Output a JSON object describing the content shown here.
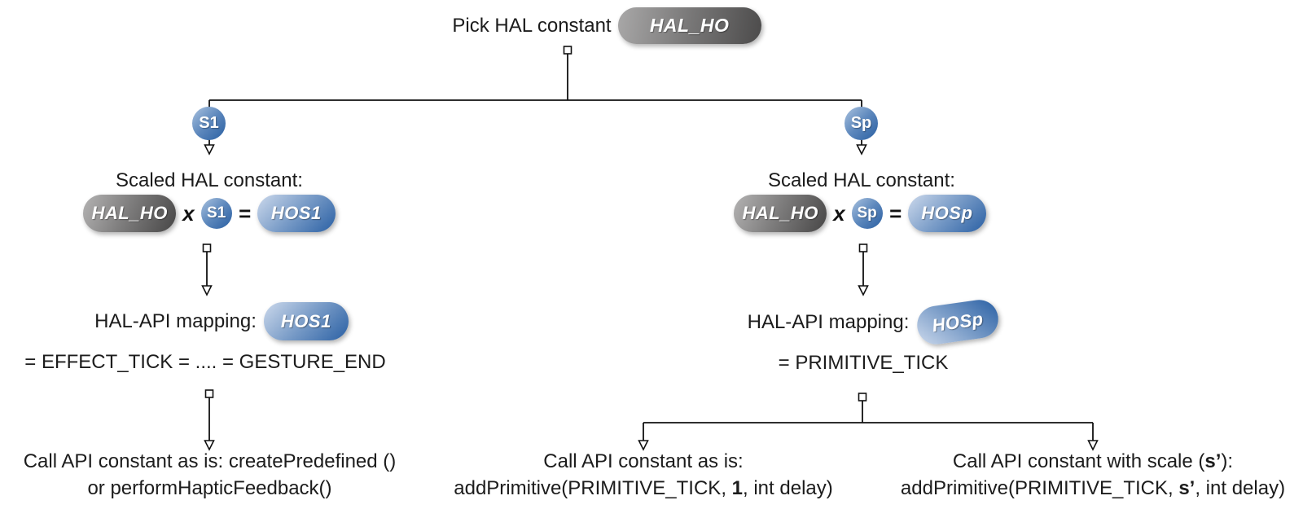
{
  "root": {
    "label": "Pick HAL constant",
    "pill": "HAL_HO"
  },
  "colors": {
    "pill_gray_light": "#b4b3b3",
    "pill_gray_dark": "#474646",
    "pill_blue_light": "#ccd9ec",
    "pill_blue_dark": "#2a60a4",
    "line": "#111111",
    "text": "#1c1c1c"
  },
  "left": {
    "badge": "S1",
    "scaled_title": "Scaled HAL constant:",
    "equation": {
      "hal": "HAL_HO",
      "times": "x",
      "scale": "S1",
      "equals": "=",
      "result": "HOS1"
    },
    "mapping_label": "HAL-API mapping:",
    "mapping_pill": "HOS1",
    "mapping_equation": "= EFFECT_TICK = .... = GESTURE_END",
    "action_line1": "Call API constant as is: createPredefined ()",
    "action_line2": "or performHapticFeedback()"
  },
  "right": {
    "badge": "Sp",
    "scaled_title": "Scaled HAL constant:",
    "equation": {
      "hal": "HAL_HO",
      "times": "x",
      "scale": "Sp",
      "equals": "=",
      "result": "HOSp"
    },
    "mapping_label": "HAL-API mapping:",
    "mapping_pill": "HOSp",
    "mapping_equation": "= PRIMITIVE_TICK",
    "branch_as_is": {
      "line1": "Call API constant as is:",
      "line2_prefix": "addPrimitive(PRIMITIVE_TICK, ",
      "line2_bold": "1",
      "line2_suffix": ", int delay)"
    },
    "branch_scaled": {
      "line1_prefix": "Call API constant with scale (",
      "line1_bold": "s’",
      "line1_suffix": "):",
      "line2_prefix": "addPrimitive(PRIMITIVE_TICK, ",
      "line2_bold": "s’",
      "line2_suffix": ", int delay)"
    }
  }
}
